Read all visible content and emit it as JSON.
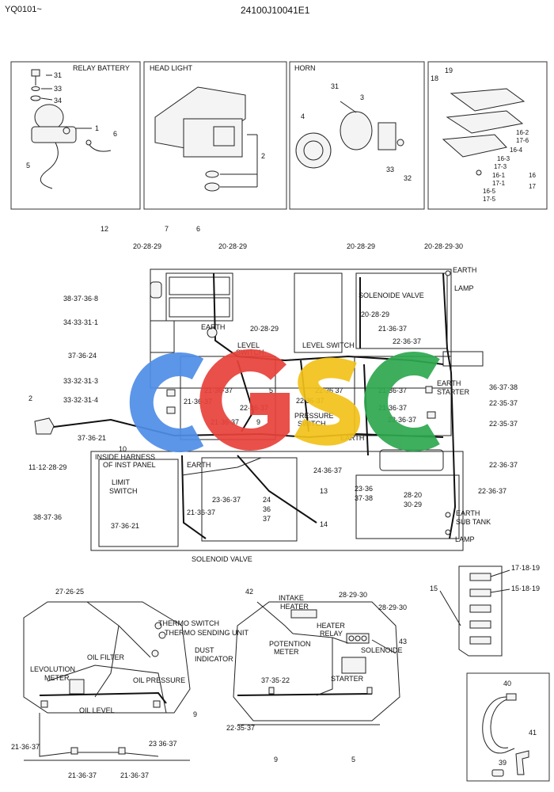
{
  "header": {
    "left_code": "YQ0101~",
    "center_code": "24100J10041E1"
  },
  "panels": {
    "relay_battery": {
      "title": "RELAY BATTERY",
      "callouts": [
        "31",
        "33",
        "34",
        "1",
        "6",
        "5"
      ]
    },
    "head_light": {
      "title": "HEAD LIGHT",
      "callouts": [
        "2"
      ]
    },
    "horn": {
      "title": "HORN",
      "callouts": [
        "31",
        "3",
        "4",
        "33",
        "32"
      ]
    },
    "lamp": {
      "callouts": [
        "19",
        "18",
        "16-2",
        "17-6",
        "16-4",
        "16-3",
        "17-3",
        "16-1",
        "17-1",
        "16",
        "17",
        "16-5",
        "17-5"
      ]
    }
  },
  "main": {
    "texts": {
      "earth_lamp_1": "EARTH",
      "earth_lamp_2": "LAMP",
      "solenoide_valve": "SOLENOIDE VALVE",
      "earth_left": "EARTH",
      "level_switch_1": "LEVEL",
      "level_switch_2": "SWITCH",
      "level_switch_mid": "LEVEL SWITCH",
      "earth_starter_1": "EARTH",
      "earth_starter_2": "STARTER",
      "pressure_switch_1": "PRESSURE",
      "pressure_switch_2": "SWITCH",
      "earth_center": "EARTH",
      "inside_harness_1": "INSIDE HARNESS",
      "inside_harness_2": "OF INST PANEL",
      "earth_harness": "EARTH",
      "limit_switch_1": "LIMIT",
      "limit_switch_2": "SWITCH",
      "earth_sub_1": "EARTH",
      "earth_sub_2": "SUB TANK",
      "lamp_bottom": "LAMP",
      "solenoid_valve_bottom": "SOLENOID VALVE"
    },
    "callouts": {
      "c12": "12",
      "c7": "7",
      "c6": "6",
      "c20_28_29_a": "20·28·29",
      "c20_28_29_b": "20·28·29",
      "c20_28_29_c": "20·28·29",
      "c20_28_29_30": "20·28·29·30",
      "c38_37_36_8": "38·37·36·8",
      "c34_33_31_1": "34·33·31·1",
      "c20_28_29_d": "20·28·29",
      "c20_28_29_e": "20·28·29",
      "c21_36_37_a": "21·36·37",
      "c37_36_24": "37·36·24",
      "c22_36_37_a": "22·36·37",
      "c33_32_31_3": "33·32·31·3",
      "c21_36_37_b": "21·36·37",
      "c5": "5",
      "c22_36_37_b": "22·36 37",
      "c21_36_37_c": "21·36·37",
      "c36_37_38": "36·37·38",
      "c2": "2",
      "c33_32_31_4": "33·32·31·4",
      "c21_36_37_d": "21·36·37",
      "c22_36_37_c": "22·36·37",
      "c22_36_37_d": "22 36·37",
      "c21_36_37_e": "21·36·37",
      "c22_35_37_a": "22·35·37",
      "c21_36_37_f": "21·36·37",
      "c9": "9",
      "c23_36_37_a": "23·36·37",
      "c22_35_37_b": "22·35·37",
      "c37_36_21": "37·36·21",
      "c11_12_28_29": "11·12·28·29",
      "c10": "10",
      "c24_36_37": "24·36·37",
      "c22_36_37_e": "22·36·37",
      "c13": "13",
      "c22_36_37_f": "22·36·37",
      "c23_36_37_b": "23·36·37",
      "c24_col_1": "24",
      "c24_col_2": "36",
      "c24_col_3": "37",
      "c23_col_1": "23·36",
      "c23_col_2": "37·38",
      "c28_20": "28·20",
      "c30_29": "30·29",
      "c38_37_36": "38·37·36",
      "c21_36_37_g": "21·36·37",
      "c37_36_21_b": "37·36·21",
      "c14": "14"
    }
  },
  "bottom_left": {
    "texts": {
      "thermo_switch": "THERMO SWITCH",
      "thermo_sending": "THERMO SENDING UNIT",
      "dust_1": "DUST",
      "dust_2": "INDICATOR",
      "oil_filter": "OIL FILTER",
      "levolution_1": "LEVOLUTION",
      "levolution_2": "METER",
      "oil_pressure": "OIL PRESSURE",
      "oil_level": "OIL LEVEL"
    },
    "callouts": {
      "c27_26_25": "27·26·25",
      "c9": "9",
      "c21_36_37_a": "21·36·37",
      "c23_36_37": "23 36·37",
      "c21_36_37_b": "21·36·37",
      "c21_36_37_c": "21·36·37"
    }
  },
  "bottom_mid": {
    "texts": {
      "intake_1": "INTAKE",
      "intake_2": "HEATER",
      "heater_1": "HEATER",
      "heater_2": "RELAY",
      "potention_1": "POTENTION",
      "potention_2": "METER",
      "solenoide": "SOLENOIDE",
      "starter": "STARTER"
    },
    "callouts": {
      "c42": "42",
      "c28_29_30_a": "28·29·30",
      "c28_29_30_b": "28·29·30",
      "c43": "43",
      "c37_35_22": "37·35·22",
      "c22_35_37": "22·35·37",
      "c9": "9",
      "c5": "5"
    }
  },
  "fuse_box": {
    "callouts": [
      "17·18·19",
      "15·18·19",
      "15"
    ]
  },
  "strap": {
    "callouts": [
      "40",
      "41",
      "39"
    ]
  },
  "watermark": {
    "letters": [
      "C",
      "G",
      "S",
      "C"
    ],
    "colors": [
      "#4f8ee8",
      "#e8423a",
      "#f2c21a",
      "#2ea84f"
    ]
  }
}
